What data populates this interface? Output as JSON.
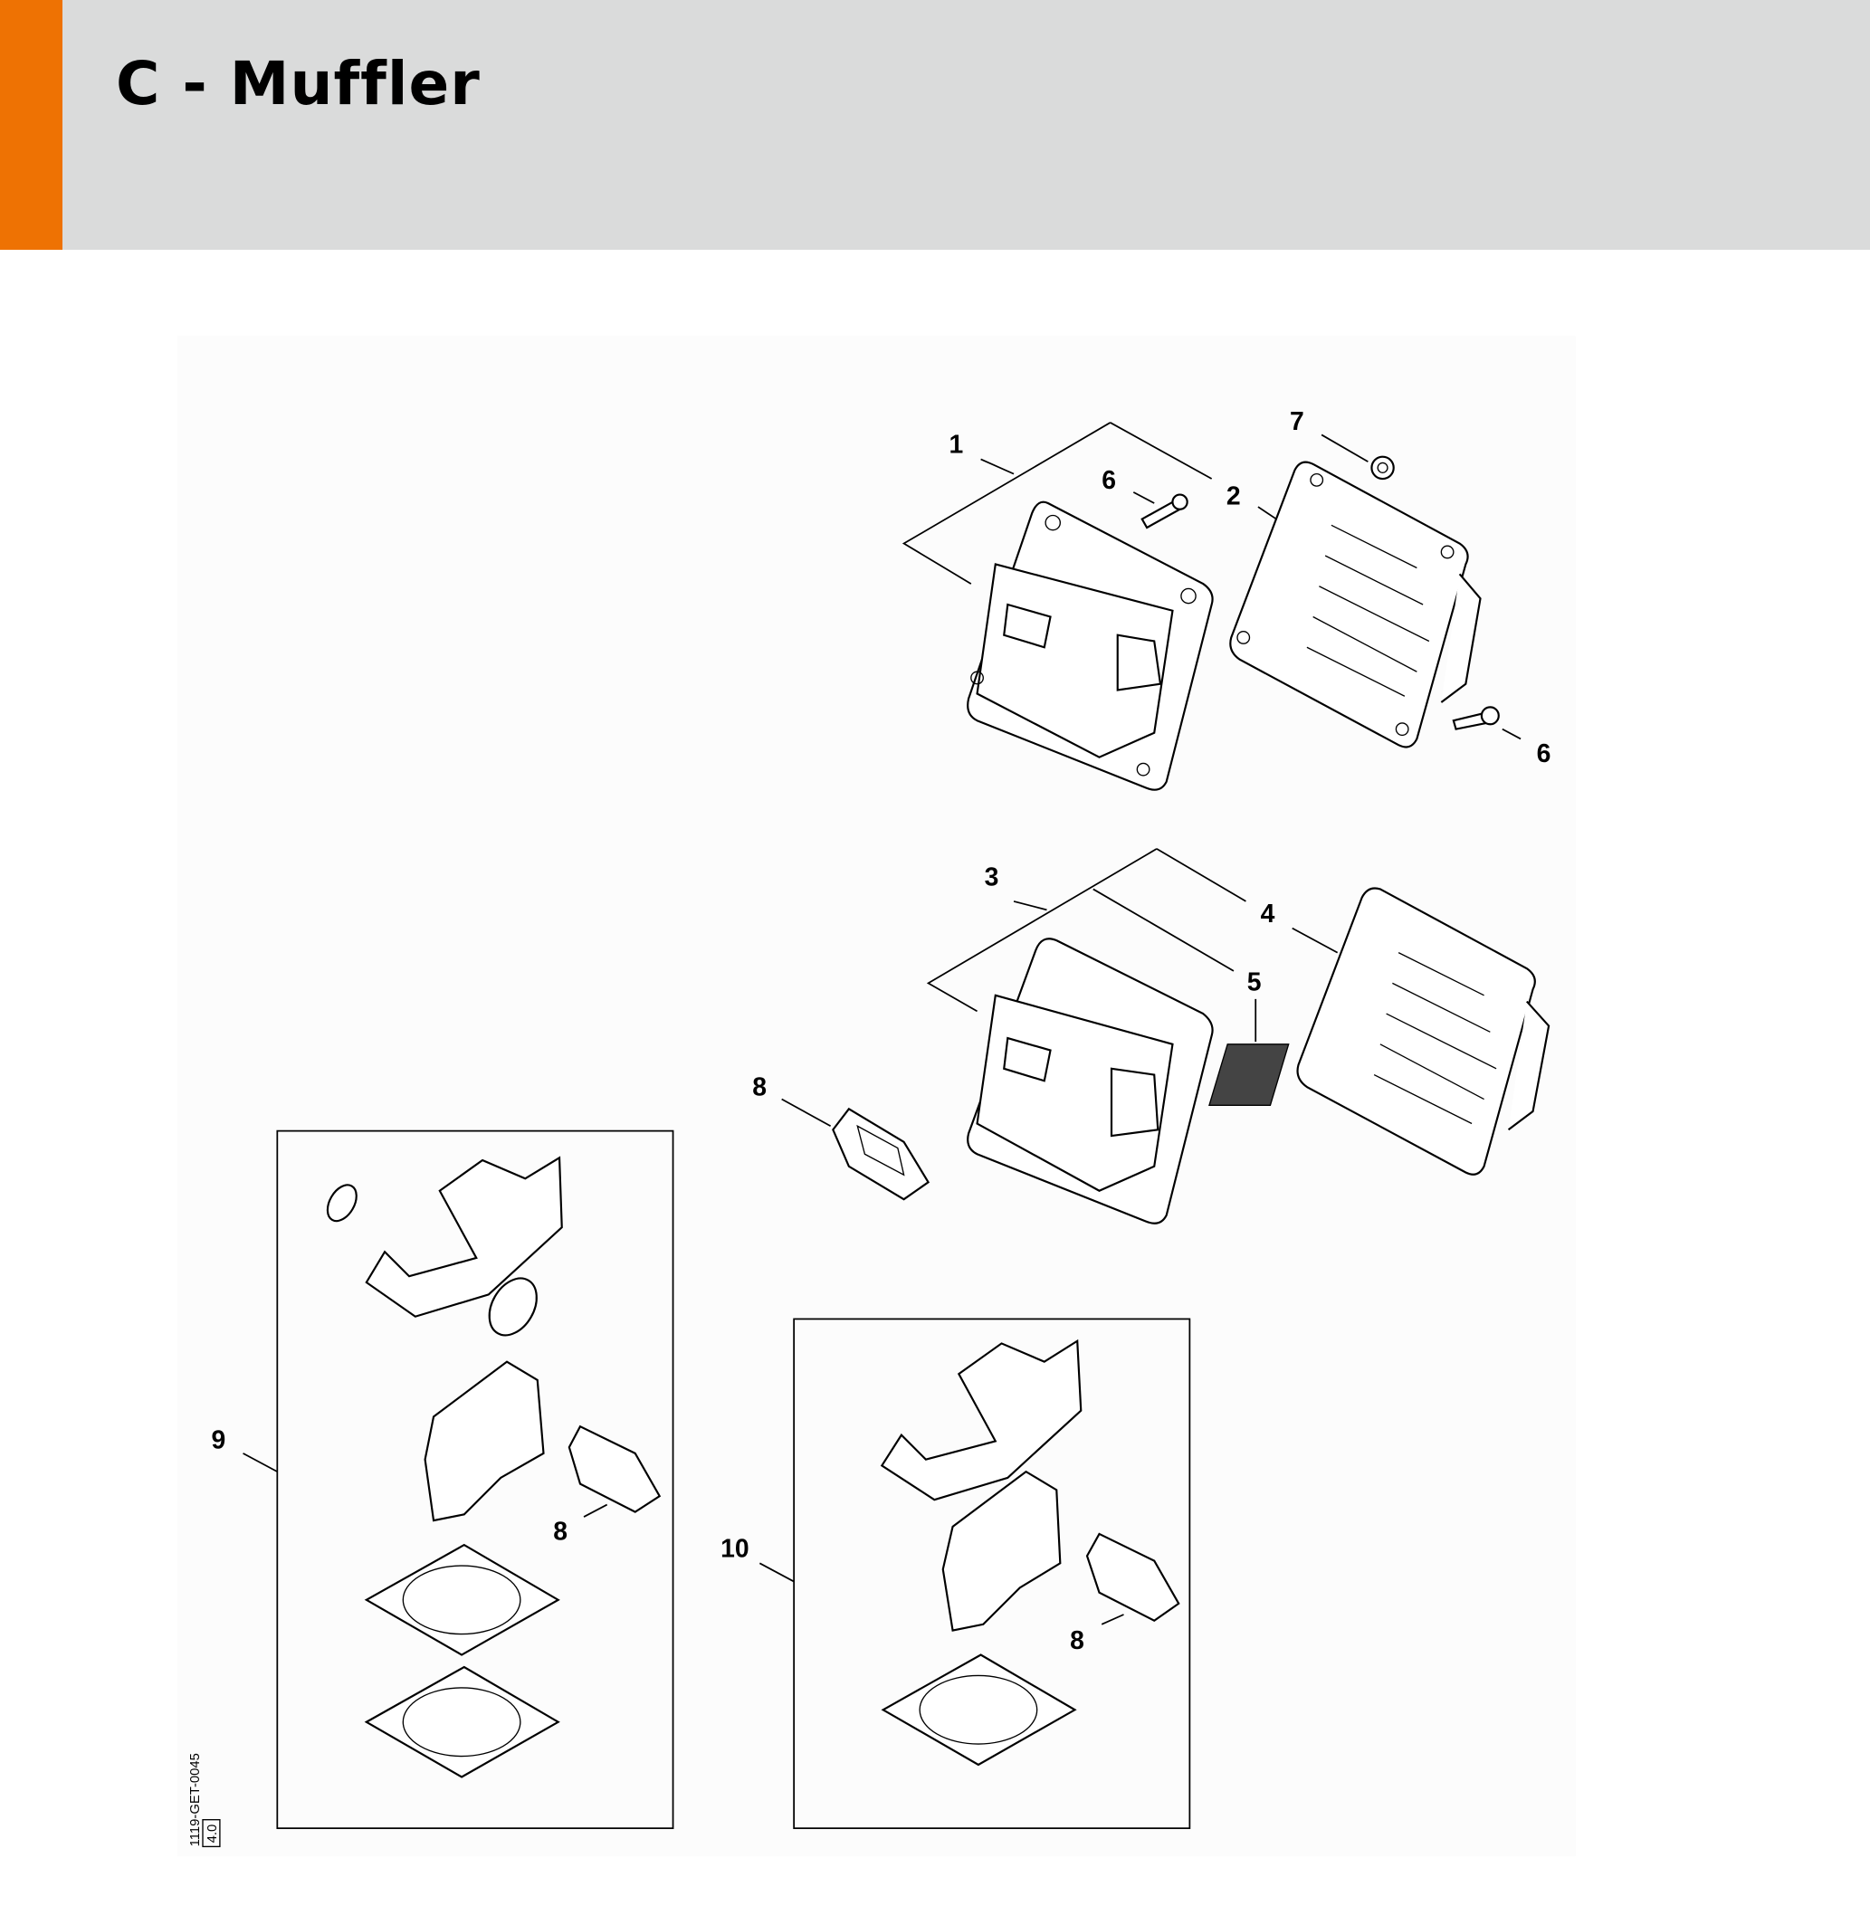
{
  "header": {
    "title": "C - Muffler",
    "accent_color": "#ee7203",
    "background_color": "#dadbdb"
  },
  "diagram": {
    "callouts": {
      "c1": "1",
      "c2": "2",
      "c6a": "6",
      "c7": "7",
      "c6b": "6",
      "c3": "3",
      "c4": "4",
      "c5": "5",
      "c8a": "8",
      "c9": "9",
      "c8b": "8",
      "c10": "10",
      "c8c": "8"
    },
    "drawing_code": "1119-GET-0045",
    "revision": "4.0"
  }
}
